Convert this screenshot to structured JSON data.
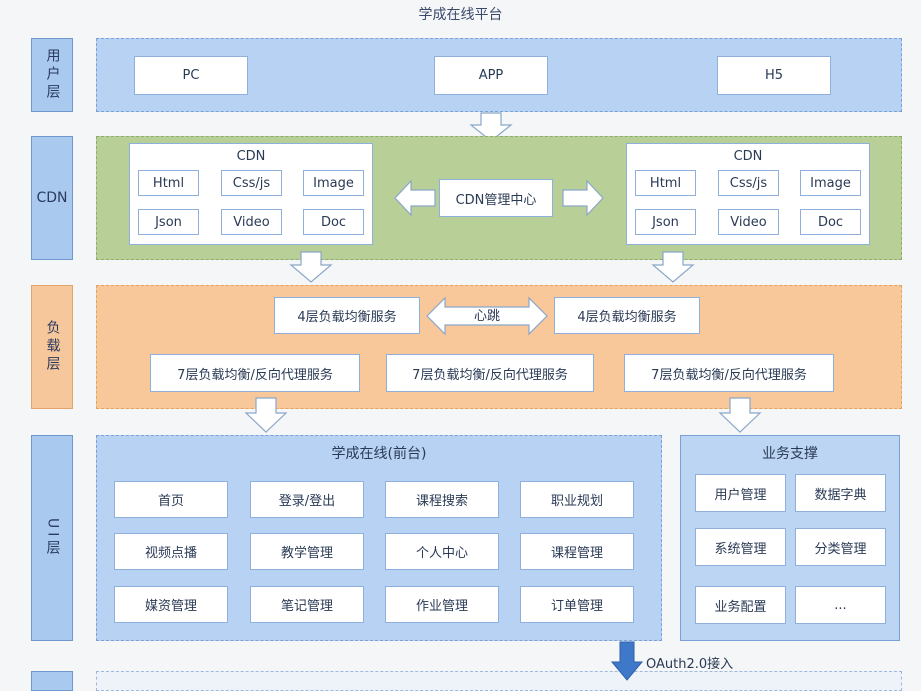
{
  "title": "学成在线平台",
  "layers": {
    "user": "用户层",
    "cdn": "CDN",
    "load": "负载层",
    "ui": "UI层"
  },
  "user_layer": {
    "items": [
      "PC",
      "APP",
      "H5"
    ]
  },
  "cdn_layer": {
    "left": {
      "title": "CDN",
      "items": [
        "Html",
        "Css/js",
        "Image",
        "Json",
        "Video",
        "Doc"
      ]
    },
    "center": "CDN管理中心",
    "right": {
      "title": "CDN",
      "items": [
        "Html",
        "Css/js",
        "Image",
        "Json",
        "Video",
        "Doc"
      ]
    }
  },
  "load_layer": {
    "l4_left": "4层负载均衡服务",
    "heartbeat": "心跳",
    "l4_right": "4层负载均衡服务",
    "l7": [
      "7层负载均衡/反向代理服务",
      "7层负载均衡/反向代理服务",
      "7层负载均衡/反向代理服务"
    ]
  },
  "ui_layer": {
    "front": {
      "title": "学成在线(前台)",
      "items": [
        "首页",
        "登录/登出",
        "课程搜索",
        "职业规划",
        "视频点播",
        "教学管理",
        "个人中心",
        "课程管理",
        "媒资管理",
        "笔记管理",
        "作业管理",
        "订单管理"
      ]
    },
    "support": {
      "title": "业务支撑",
      "items": [
        "用户管理",
        "数据字典",
        "系统管理",
        "分类管理",
        "业务配置",
        "..."
      ]
    }
  },
  "oauth": "OAuth2.0接入",
  "colors": {
    "blue": "#b7d2f2",
    "green": "#b8cf98",
    "orange": "#f8c89a",
    "arrow_dark": "#3f78c8"
  }
}
